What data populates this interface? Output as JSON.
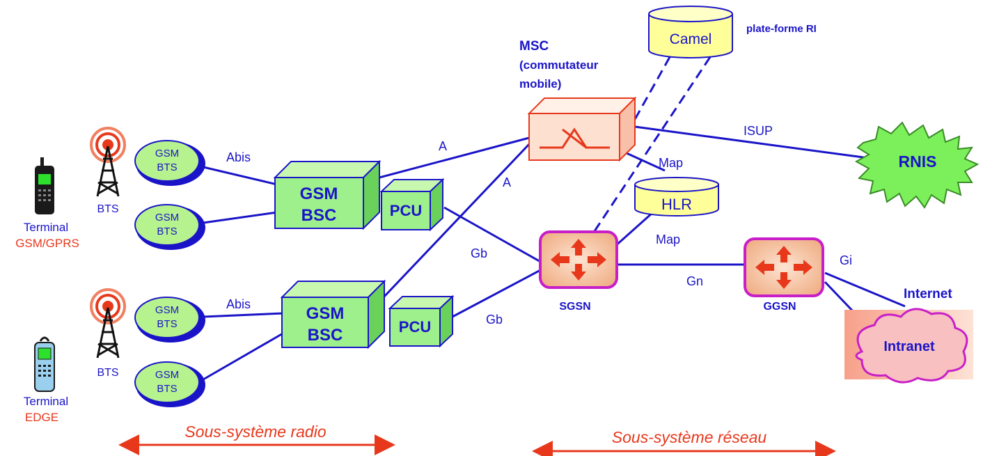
{
  "terminals": [
    {
      "label": "Terminal",
      "sub": "GSM/GPRS"
    },
    {
      "label": "Terminal",
      "sub": "EDGE"
    }
  ],
  "bts_label": "BTS",
  "bts_node": {
    "line1": "GSM",
    "line2": "BTS"
  },
  "bsc": {
    "line1": "GSM",
    "line2": "BSC"
  },
  "pcu": "PCU",
  "msc": {
    "title": "MSC",
    "line2": "(commutateur",
    "line3": "mobile)"
  },
  "camel": "Camel",
  "plate_forme": "plate-forme RI",
  "hlr": "HLR",
  "rnis": "RNIS",
  "sgsn": "SGSN",
  "ggsn": "GGSN",
  "internet": "Internet",
  "intranet": "Intranet",
  "interfaces": {
    "abis_top": "Abis",
    "abis_bottom": "Abis",
    "a_top": "A",
    "a_mid": "A",
    "gb_top": "Gb",
    "gb_bottom": "Gb",
    "isup": "ISUP",
    "map_top": "Map",
    "map_bottom": "Map",
    "gn": "Gn",
    "gi": "Gi"
  },
  "subsystems": {
    "radio": "Sous-système radio",
    "reseau": "Sous-système réseau"
  },
  "colors": {
    "link": "#1a14c8",
    "node_fill": "#b6f28e",
    "bsc_fill": "#9ef08c",
    "msc_border": "#e8381c",
    "router_border": "#c81ec8",
    "router_fill": "#f4c8a8",
    "db_fill": "#ffff9a",
    "rnis_fill": "#7cf05a",
    "subsystem_text": "#e8381c"
  }
}
